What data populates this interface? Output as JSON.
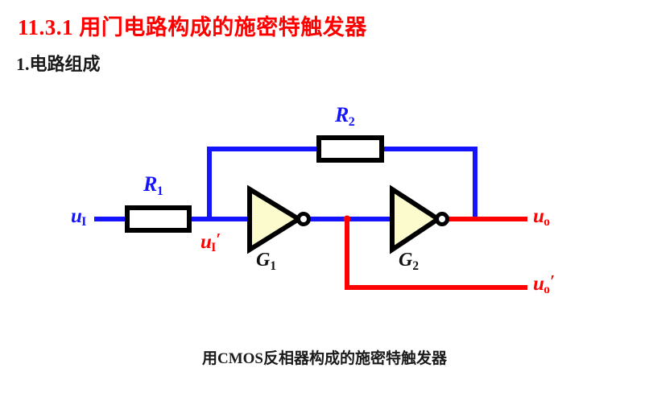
{
  "slide": {
    "heading": "11.3.1 用门电路构成的施密特触发器",
    "subheading": "1.电路组成",
    "caption": "用CMOS反相器构成的施密特触发器",
    "heading_color": "#ff0000",
    "text_color": "#1a1a1a"
  },
  "circuit": {
    "title": "用CMOS反相器构成的施密特触发器",
    "wire_colors": {
      "input_blue": "#1414ff",
      "output_red": "#ff0000",
      "component_outline": "#000000",
      "gate_fill": "#fbfbcd"
    },
    "components": [
      {
        "id": "R1",
        "type": "resistor",
        "label": "R",
        "sub": "1",
        "label_color": "#1414ff"
      },
      {
        "id": "R2",
        "type": "resistor",
        "label": "R",
        "sub": "2",
        "label_color": "#1414ff"
      },
      {
        "id": "G1",
        "type": "inverter",
        "label": "G",
        "sub": "1",
        "label_color": "#111111"
      },
      {
        "id": "G2",
        "type": "inverter",
        "label": "G",
        "sub": "2",
        "label_color": "#111111"
      }
    ],
    "nodes": [
      {
        "id": "uI",
        "symbol": "u",
        "sub": "I",
        "prime": "",
        "color": "#1414ff"
      },
      {
        "id": "uIprime",
        "symbol": "u",
        "sub": "I",
        "prime": "′",
        "color": "#ff0000"
      },
      {
        "id": "uo",
        "symbol": "u",
        "sub": "o",
        "prime": "",
        "color": "#ff0000"
      },
      {
        "id": "uoprime",
        "symbol": "u",
        "sub": "o",
        "prime": "′",
        "color": "#ff0000"
      }
    ],
    "labels": {
      "r1_name": "R",
      "r1_sub": "1",
      "r2_name": "R",
      "r2_sub": "2",
      "g1_name": "G",
      "g1_sub": "1",
      "g2_name": "G",
      "g2_sub": "2",
      "ui_name": "u",
      "ui_sub": "I",
      "ui_prime_name": "u",
      "ui_prime_sub": "I",
      "ui_prime_mark": "′",
      "uo_name": "u",
      "uo_sub": "o",
      "uo_prime_name": "u",
      "uo_prime_sub": "o",
      "uo_prime_mark": "′"
    }
  }
}
